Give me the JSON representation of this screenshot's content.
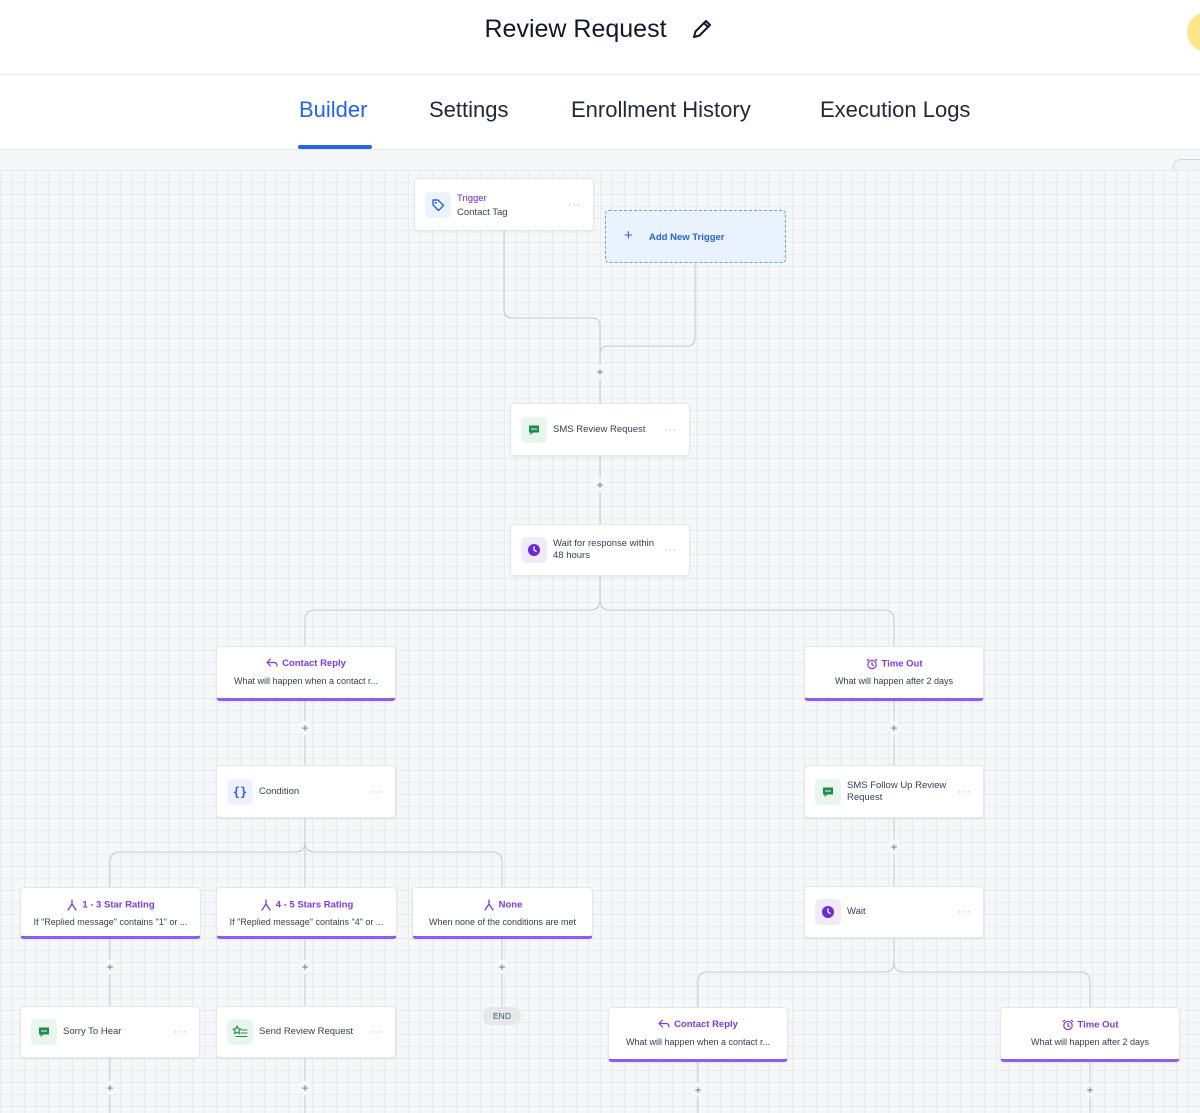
{
  "header": {
    "title": "Review Request"
  },
  "tabs": [
    {
      "label": "Builder"
    },
    {
      "label": "Settings"
    },
    {
      "label": "Enrollment History"
    },
    {
      "label": "Execution Logs"
    }
  ],
  "trigger": {
    "title": "Trigger",
    "subtitle": "Contact Tag",
    "icon": "tag-icon"
  },
  "add_trigger": {
    "label": "Add New Trigger"
  },
  "nodes": {
    "sms_review_request": {
      "label": "SMS Review Request",
      "icon": "sms-icon"
    },
    "wait_response": {
      "label": "Wait for response within 48 hours",
      "icon": "clock-icon"
    },
    "condition": {
      "label": "Condition",
      "icon": "braces-icon"
    },
    "sms_follow_up": {
      "label": "SMS Follow Up Review Request",
      "icon": "sms-icon"
    },
    "wait": {
      "label": "Wait",
      "icon": "clock-icon"
    },
    "sorry_to_hear": {
      "label": "Sorry To Hear",
      "icon": "sms-icon"
    },
    "send_review_request": {
      "label": "Send Review Request",
      "icon": "star-list-icon"
    }
  },
  "branches": {
    "contact_reply_1": {
      "title": "Contact Reply",
      "desc": "What will happen when a contact r...",
      "icon": "reply-icon"
    },
    "time_out_1": {
      "title": "Time Out",
      "desc": "What will happen after 2 days",
      "icon": "alarm-icon"
    },
    "rating_1_3": {
      "title": "1 - 3 Star Rating",
      "desc": "If \"Replied message\" contains \"1\" or ...",
      "icon": "split-icon"
    },
    "rating_4_5": {
      "title": "4 - 5 Stars Rating",
      "desc": "If \"Replied message\" contains \"4\" or ...",
      "icon": "split-icon"
    },
    "none": {
      "title": "None",
      "desc": "When none of the conditions are met",
      "icon": "split-icon"
    },
    "contact_reply_2": {
      "title": "Contact Reply",
      "desc": "What will happen when a contact r...",
      "icon": "reply-icon"
    },
    "time_out_2": {
      "title": "Time Out",
      "desc": "What will happen after 2 days",
      "icon": "alarm-icon"
    }
  },
  "end_label": "END",
  "plus_symbol": "+",
  "menu_symbol": "···",
  "colors": {
    "accent": "#2563eb",
    "branch": "#8b5cf6",
    "sms": "#1f8b4c",
    "clock": "#6d28d9"
  }
}
